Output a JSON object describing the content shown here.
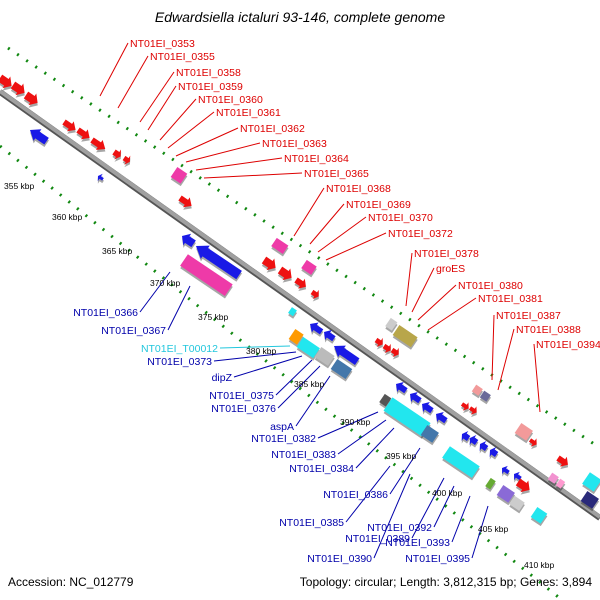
{
  "title": "Edwardsiella ictaluri 93-146, complete genome",
  "footer": {
    "accession": "Accession: NC_012779",
    "summary": "Topology: circular; Length: 3,812,315 bp; Genes: 3,894"
  },
  "colors": {
    "red": "#ee1111",
    "blue": "#1a1ae6",
    "magenta": "#ee3aa8",
    "cyan": "#22e6ee",
    "green": "#118811",
    "backbone": "#8c8c8c",
    "forward_label": "#dd0000",
    "reverse_label": "#0000aa",
    "rna_label": "#22c7dd"
  },
  "scale_labels": [
    "355 kbp",
    "360 kbp",
    "365 kbp",
    "370 kbp",
    "375 kbp",
    "380 kbp",
    "385 kbp",
    "390 kbp",
    "395 kbp",
    "400 kbp",
    "405 kbp",
    "410 kbp"
  ],
  "forward_labels": [
    "NT01EI_0353",
    "NT01EI_0355",
    "NT01EI_0358",
    "NT01EI_0359",
    "NT01EI_0360",
    "NT01EI_0361",
    "NT01EI_0362",
    "NT01EI_0363",
    "NT01EI_0364",
    "NT01EI_0365",
    "NT01EI_0368",
    "NT01EI_0369",
    "NT01EI_0370",
    "NT01EI_0372",
    "NT01EI_0378",
    "groES",
    "NT01EI_0380",
    "NT01EI_0381",
    "NT01EI_0387",
    "NT01EI_0388",
    "NT01EI_0394"
  ],
  "reverse_labels": [
    "NT01EI_0366",
    "NT01EI_0367",
    "NT01EI_T00012",
    "NT01EI_0373",
    "dipZ",
    "NT01EI_0375",
    "NT01EI_0376",
    "aspA",
    "NT01EI_0382",
    "NT01EI_0383",
    "NT01EI_0384",
    "NT01EI_0386",
    "NT01EI_0385",
    "NT01EI_0392",
    "NT01EI_0389",
    "NT01EI_0393",
    "NT01EI_0390",
    "NT01EI_0395"
  ]
}
